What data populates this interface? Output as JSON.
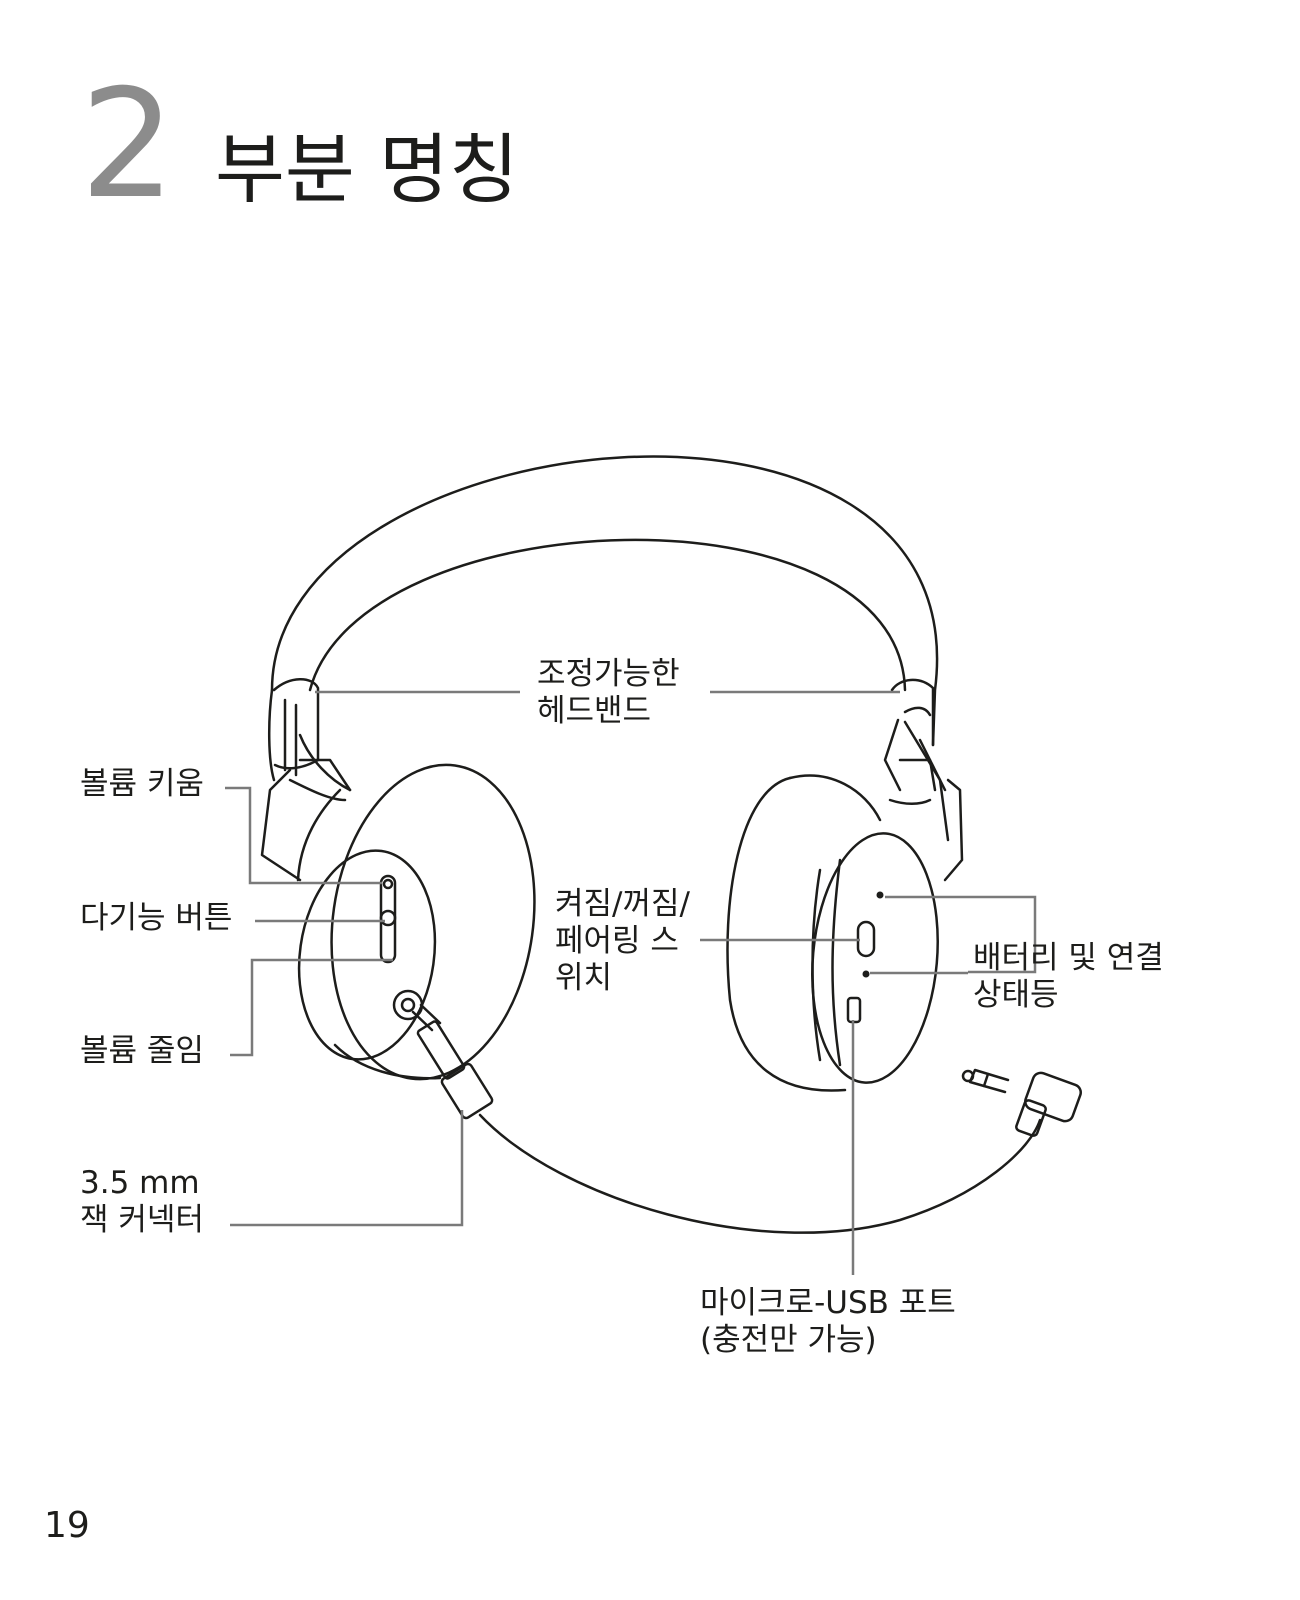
{
  "heading": {
    "chapter_number": "2",
    "chapter_title": "부분 명칭"
  },
  "labels": {
    "headband_line1": "조정가능한",
    "headband_line2": "헤드밴드",
    "volume_up": "볼륨 키움",
    "multi_button": "다기능 버튼",
    "volume_down": "볼륨 줄임",
    "jack_line1": "3.5 mm",
    "jack_line2": "잭 커넥터",
    "power_line1": "켜짐/꺼짐/",
    "power_line2": "페어링 스",
    "power_line3": "위치",
    "status_line1": "배터리 및 연결",
    "status_line2": "상태등",
    "usb_line1": "마이크로-USB 포트",
    "usb_line2": "(충전만 가능)"
  },
  "page_number": "19",
  "colors": {
    "chapter_number": "#8c8c8c",
    "text": "#1d1d1b",
    "leader_lines": "#7a7a7a",
    "drawing": "#1d1d1b"
  }
}
